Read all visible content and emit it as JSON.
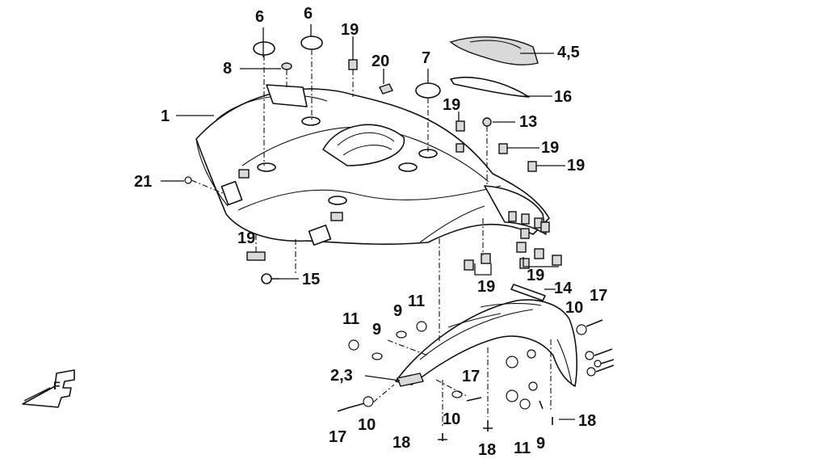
{
  "labels": [
    {
      "id": "1",
      "text": "1"
    },
    {
      "id": "2-3",
      "text": "2,3"
    },
    {
      "id": "4-5",
      "text": "4,5"
    },
    {
      "id": "6a",
      "text": "6"
    },
    {
      "id": "6b",
      "text": "6"
    },
    {
      "id": "7",
      "text": "7"
    },
    {
      "id": "8",
      "text": "8"
    },
    {
      "id": "9a",
      "text": "9"
    },
    {
      "id": "9b",
      "text": "9"
    },
    {
      "id": "9c",
      "text": "9"
    },
    {
      "id": "10a",
      "text": "10"
    },
    {
      "id": "10b",
      "text": "10"
    },
    {
      "id": "10c",
      "text": "10"
    },
    {
      "id": "11a",
      "text": "11"
    },
    {
      "id": "11b",
      "text": "11"
    },
    {
      "id": "11c",
      "text": "11"
    },
    {
      "id": "13",
      "text": "13"
    },
    {
      "id": "14",
      "text": "14"
    },
    {
      "id": "15",
      "text": "15"
    },
    {
      "id": "16",
      "text": "16"
    },
    {
      "id": "17a",
      "text": "17"
    },
    {
      "id": "17b",
      "text": "17"
    },
    {
      "id": "17c",
      "text": "17"
    },
    {
      "id": "18a",
      "text": "18"
    },
    {
      "id": "18b",
      "text": "18"
    },
    {
      "id": "18c",
      "text": "18"
    },
    {
      "id": "19a",
      "text": "19"
    },
    {
      "id": "19b",
      "text": "19"
    },
    {
      "id": "19c",
      "text": "19"
    },
    {
      "id": "19d",
      "text": "19"
    },
    {
      "id": "19e",
      "text": "19"
    },
    {
      "id": "19f",
      "text": "19"
    },
    {
      "id": "19g",
      "text": "19"
    },
    {
      "id": "20",
      "text": "20"
    },
    {
      "id": "21",
      "text": "21"
    }
  ],
  "front_mark": "F"
}
